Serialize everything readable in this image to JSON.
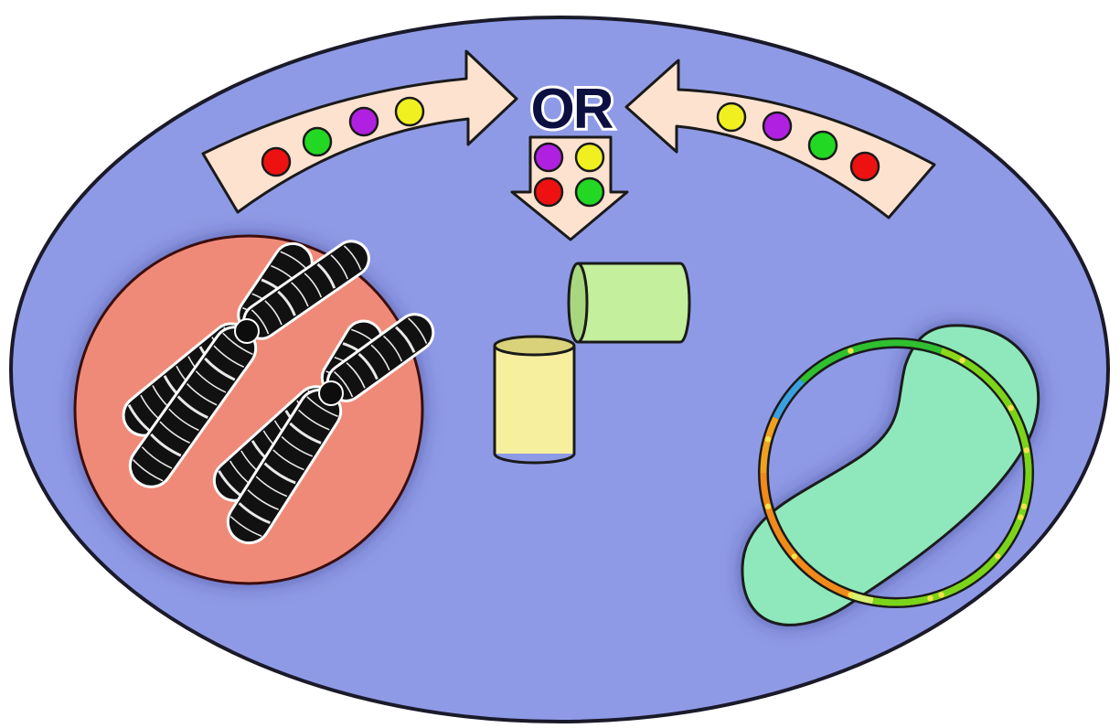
{
  "label_or": "OR",
  "colors": {
    "cell": "#8f9ae6",
    "nucleus": "#f08a78",
    "bacterium": "#8fe8bb",
    "arrow": "#fde2cf",
    "cylinder_yellow": "#f6ef9e",
    "cylinder_green": "#c4ef9c",
    "dot_red": "#ee1111",
    "dot_green": "#22d822",
    "dot_purple": "#b020e0",
    "dot_yellow": "#f0f020"
  },
  "left_arrow_dots": [
    "red",
    "green",
    "purple",
    "yellow"
  ],
  "right_arrow_dots": [
    "yellow",
    "purple",
    "green",
    "red"
  ],
  "down_arrow_dots": [
    "purple",
    "yellow",
    "red",
    "green"
  ],
  "icons": {
    "chromosomes": "x-shaped-chromosome-icon",
    "plasmid": "circular-plasmid-icon"
  }
}
